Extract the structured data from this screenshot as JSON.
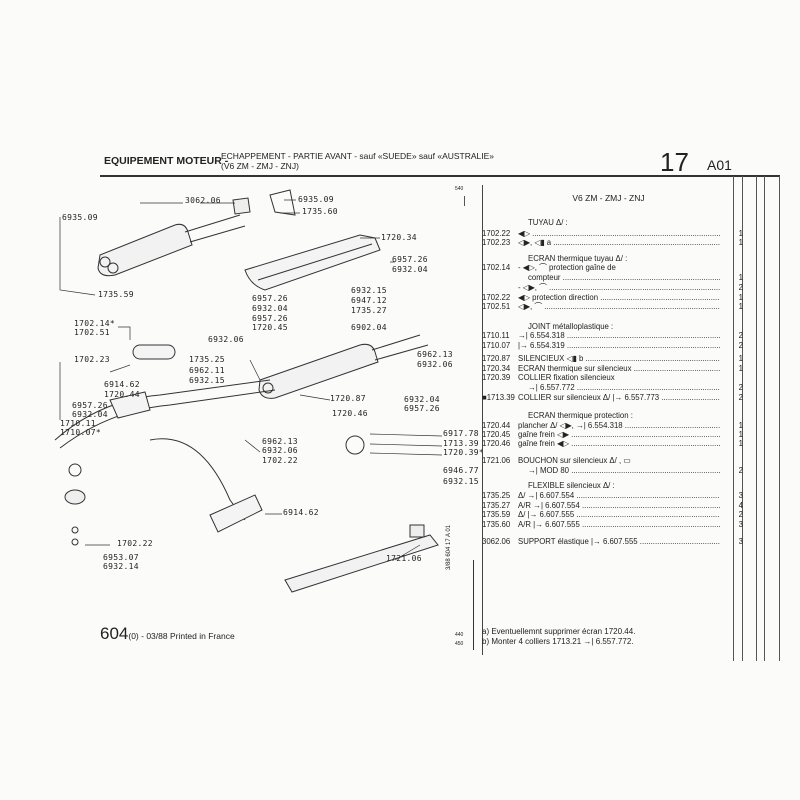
{
  "header": {
    "section": "EQUIPEMENT MOTEUR -",
    "title_line1": "ECHAPPEMENT - PARTIE AVANT - sauf «SUEDE» sauf «AUSTRALIE»",
    "title_line2": "(V6 ZM - ZMJ - ZNJ)",
    "page_number": "17",
    "page_code": "A01"
  },
  "diagram_labels": [
    "3062.06",
    "6935.09",
    "6935.09",
    "1735.60",
    "1735.59",
    "1720.34",
    "6957.26",
    "6932.04",
    "6957.26",
    "6932.04",
    "6957.26",
    "1720.45",
    "6932.15",
    "6947.12",
    "1735.27",
    "6902.04",
    "6962.13",
    "6932.06",
    "1702.14*",
    "1702.51",
    "6932.06",
    "1702.23",
    "1735.25",
    "6962.11",
    "6932.15",
    "6914.62",
    "1720.44",
    "1720.87",
    "1720.46",
    "6932.04",
    "6957.26",
    "6957.26",
    "6932.04",
    "1710.11",
    "1710.07*",
    "6962.13",
    "6932.06",
    "1702.22",
    "6917.78",
    "1713.39",
    "1720.39*",
    "6946.77",
    "6932.15",
    "1702.22",
    "6914.62",
    "6953.07",
    "6932.14",
    "1721.06"
  ],
  "table": {
    "title": "V6 ZM - ZMJ - ZNJ",
    "rows": [
      {
        "code": "",
        "desc": "TUYAU Δ/ :",
        "qty": "",
        "type": "head"
      },
      {
        "code": "1702.22",
        "desc": "◀▷",
        "qty": "1"
      },
      {
        "code": "1702.23",
        "desc": "◁▶, ◁▮ a",
        "qty": "1"
      },
      {
        "code": "",
        "desc": "ECRAN thermique tuyau Δ/ :",
        "qty": "",
        "type": "head"
      },
      {
        "code": "1702.14",
        "desc": "- ◀▷, ⌒ protection gaîne de",
        "qty": ""
      },
      {
        "code": "",
        "desc": "compteur",
        "qty": "1",
        "type": "cont"
      },
      {
        "code": "",
        "desc": "- ◁▶, ⌒",
        "qty": "2"
      },
      {
        "code": "1702.22",
        "desc": "◀▷ protection direction",
        "qty": "1"
      },
      {
        "code": "1702.51",
        "desc": "◁▶, ⌒",
        "qty": "1"
      },
      {
        "code": "",
        "desc": "JOINT métalloplastique :",
        "qty": "",
        "type": "head"
      },
      {
        "code": "1710.11",
        "desc": "→| 6.554.318",
        "qty": "2"
      },
      {
        "code": "1710.07",
        "desc": "|→ 6.554.319",
        "qty": "2"
      },
      {
        "code": "1720.87",
        "desc": "SILENCIEUX ◁▮ b",
        "qty": "1"
      },
      {
        "code": "1720.34",
        "desc": "ECRAN thermique sur silencieux",
        "qty": "1"
      },
      {
        "code": "1720.39",
        "desc": "COLLIER fixation silencieux",
        "qty": ""
      },
      {
        "code": "",
        "desc": "→| 6.557.772",
        "qty": "2",
        "type": "cont"
      },
      {
        "code": "■1713.39",
        "desc": "COLLIER sur silencieux Δ/ |→ 6.557.773",
        "qty": "2"
      },
      {
        "code": "",
        "desc": "ECRAN thermique protection :",
        "qty": "",
        "type": "head"
      },
      {
        "code": "1720.44",
        "desc": "plancher Δ/ ◁▶, →| 6.554.318",
        "qty": "1"
      },
      {
        "code": "1720.45",
        "desc": "gaîne frein ◁▶",
        "qty": "1"
      },
      {
        "code": "1720.46",
        "desc": "gaîne frein ◀▷",
        "qty": "1"
      },
      {
        "code": "1721.06",
        "desc": "BOUCHON sur silencieux Δ/ , ▭",
        "qty": ""
      },
      {
        "code": "",
        "desc": "→| MOD 80",
        "qty": "2",
        "type": "cont"
      },
      {
        "code": "",
        "desc": "FLEXIBLE silencieux Δ/ :",
        "qty": "",
        "type": "head"
      },
      {
        "code": "1735.25",
        "desc": "Δ/ →| 6.607.554",
        "qty": "3"
      },
      {
        "code": "1735.27",
        "desc": "A/R →| 6.607.554",
        "qty": "4"
      },
      {
        "code": "1735.59",
        "desc": "Δ/ |→ 6.607.555",
        "qty": "2"
      },
      {
        "code": "1735.60",
        "desc": "A/R |→ 6.607.555",
        "qty": "3"
      },
      {
        "code": "3062.06",
        "desc": "SUPPORT élastique |→ 6.607.555",
        "qty": "3"
      }
    ]
  },
  "notes": [
    "a) Eventuellemnt supprimer écran 1720.44.",
    "b) Monter 4 colliers 1713.21 →| 6.557.772."
  ],
  "margin_codes": [
    "540",
    "440",
    "450"
  ],
  "margin_vertical": "3/88 604 17 A 01",
  "footer": {
    "model": "604",
    "variant": "(0) - 03/88 Printed in France"
  }
}
